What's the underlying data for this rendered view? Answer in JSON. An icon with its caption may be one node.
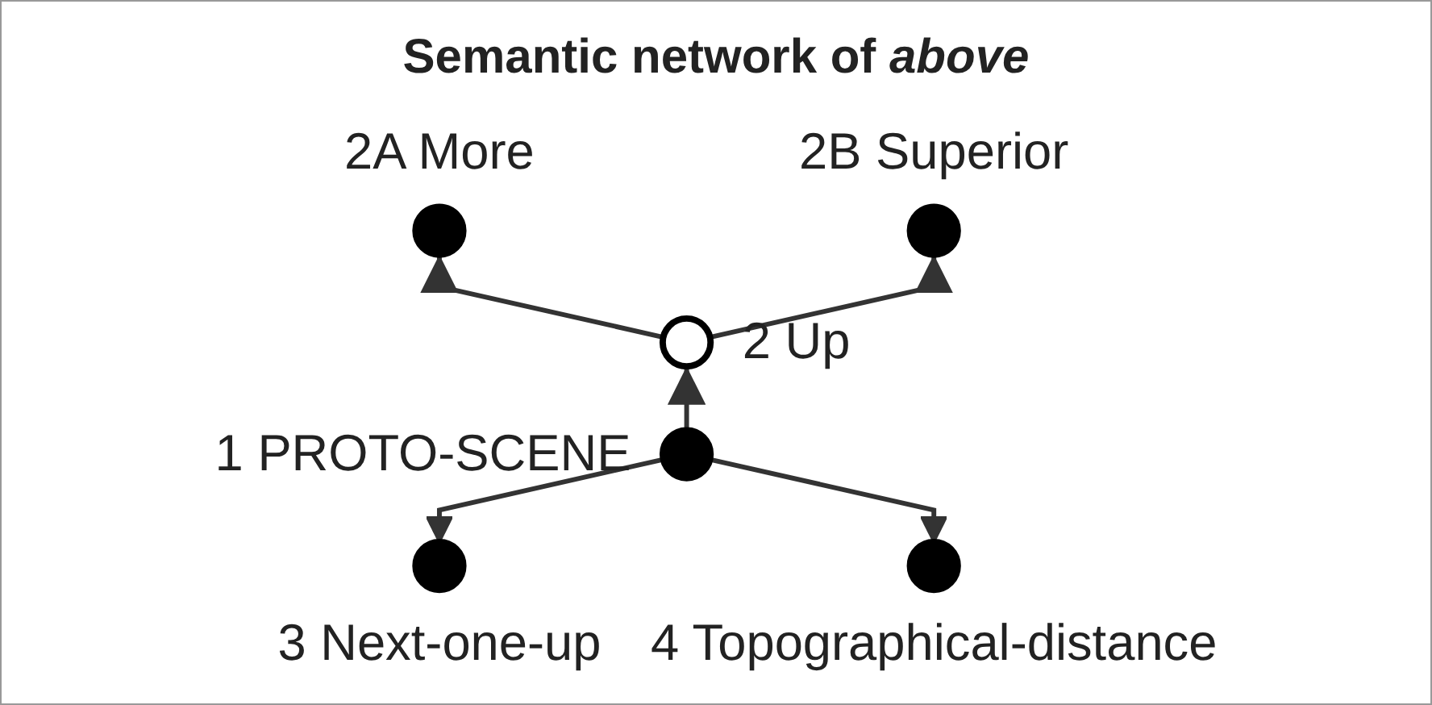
{
  "diagram": {
    "title": "Semantic network of *above*",
    "nodes": [
      {
        "text": [],
        "shape": "circle",
        "beside": [
          "2A More"
        ]
      },
      {
        "text": [],
        "shape": "circle",
        "beside": [
          "2B Superior"
        ]
      },
      {
        "text": [],
        "shape": "circle",
        "beside": [
          "2 Up"
        ]
      },
      {
        "text": [],
        "shape": "circle",
        "beside": [
          "1 PROTO-SCENE"
        ]
      },
      {
        "text": [],
        "shape": "circle",
        "beside": [
          "3 Next-one-up"
        ]
      },
      {
        "text": [],
        "shape": "circle",
        "beside": [
          "4 Topographical-distance"
        ]
      }
    ],
    "edges": [
      {
        "from": 2,
        "to": 0,
        "arrow": "to"
      },
      {
        "from": 2,
        "to": 1,
        "arrow": "to"
      },
      {
        "from": 3,
        "to": 2,
        "arrow": "to"
      },
      {
        "from": 3,
        "to": 4,
        "arrow": "to"
      },
      {
        "from": 3,
        "to": 5,
        "arrow": "to"
      }
    ]
  }
}
